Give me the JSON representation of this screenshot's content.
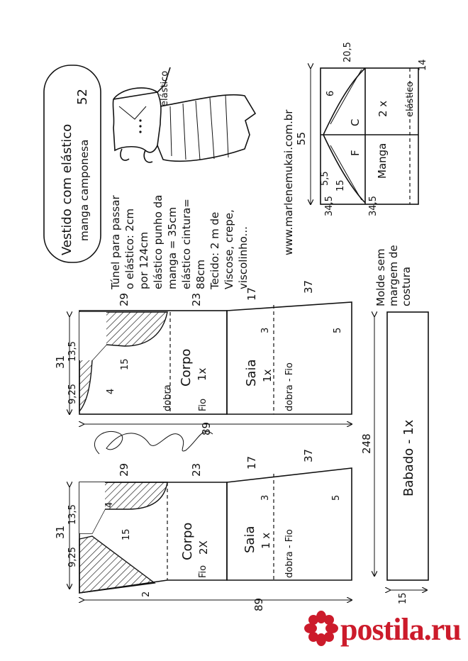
{
  "title": {
    "line1": "Vestido com elástico",
    "line2": "manga camponesa",
    "number": "52"
  },
  "notes": {
    "tunnel": [
      "Túnel para passar",
      "o elástico: 2cm",
      "por 124cm"
    ],
    "cuff": [
      "elástico punho da",
      "manga = 35cm"
    ],
    "waist": [
      "elástico cintura=",
      "88cm"
    ],
    "fabric": [
      "Tecido: 2 m de",
      "Viscose, crepe,",
      "viscolinho..."
    ],
    "website": "www.marlenemukai.com.br",
    "seam": [
      "Molde sem",
      "margem de",
      "costura"
    ]
  },
  "illustration": {
    "label": "elástico"
  },
  "sleeve": {
    "width": "55",
    "top_right": "20,5",
    "side": "14",
    "elastic": "elástico",
    "bottom_left": "34,5",
    "bottom_right": "34,5",
    "curve1": "6",
    "curve2": "5,5",
    "curve3": "15",
    "piece_label": "Manga",
    "piece_count": "2 x",
    "letter_c": "C",
    "letter_f": "F"
  },
  "front": {
    "height": "31",
    "dim1": "13,5",
    "dim2": "9,25",
    "neck": "4",
    "arm": "15",
    "top_width": "29",
    "body_label": "Corpo",
    "body_count": "1x",
    "fold": "dobra",
    "grain": "Fio",
    "total": "89"
  },
  "front_skirt": {
    "width1": "23",
    "width2": "17",
    "width3": "37",
    "label": "Saia",
    "count": "1x",
    "m3": "3",
    "m5": "5",
    "fold_grain": "dobra - Fio"
  },
  "back": {
    "height": "31",
    "dim1": "13,5",
    "dim2": "9,25",
    "neck": "4",
    "arm": "15",
    "top_width": "29",
    "body_label": "Corpo",
    "body_count": "2X",
    "grain": "Fio",
    "opening": "2",
    "total": "89"
  },
  "back_skirt": {
    "width1": "23",
    "width2": "17",
    "width3": "37",
    "label": "Saia",
    "count": "1 x",
    "m3": "3",
    "m5": "5",
    "fold_grain": "dobra - Fio"
  },
  "ruffle": {
    "length": "248",
    "width": "15",
    "label": "Babado - 1x"
  },
  "brand": {
    "name": "postila.ru",
    "color": "#cc1b2b"
  }
}
